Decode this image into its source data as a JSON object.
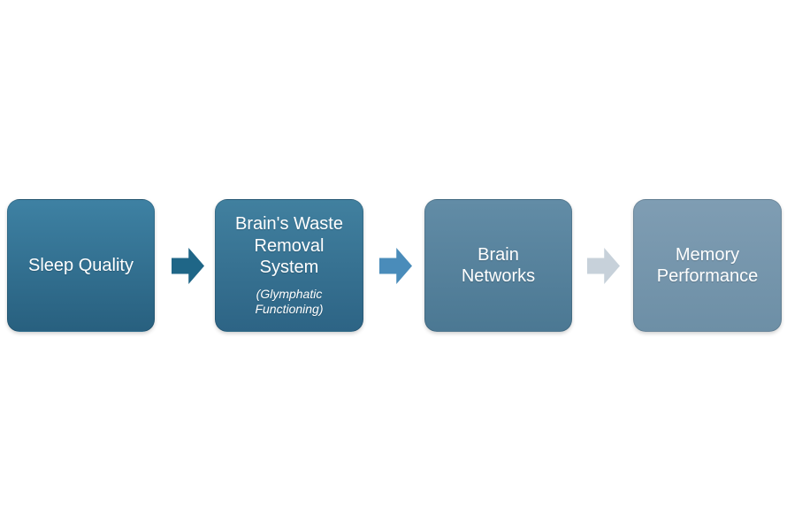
{
  "page": {
    "background_color": "#ffffff"
  },
  "diagram": {
    "type": "horizontal-process-flow",
    "boxes": [
      {
        "title": "Sleep Quality",
        "subtitle": "",
        "color_top": "#3e81a3",
        "color_bottom": "#28607f",
        "text_color": "#ffffff"
      },
      {
        "title": "Brain's Waste Removal System",
        "subtitle": "(Glymphatic Functioning)",
        "color_top": "#41809f",
        "color_bottom": "#2d6485",
        "text_color": "#ffffff"
      },
      {
        "title": "Brain Networks",
        "subtitle": "",
        "color_top": "#628ca6",
        "color_bottom": "#4b7893",
        "text_color": "#ffffff"
      },
      {
        "title": "Memory Performance",
        "subtitle": "",
        "color_top": "#7f9db3",
        "color_bottom": "#6d8fa6",
        "text_color": "#ffffff"
      }
    ],
    "arrows": [
      {
        "label": "arrow-sleep-to-waste",
        "color": "#1f6687"
      },
      {
        "label": "arrow-waste-to-networks",
        "color": "#4a8cba"
      },
      {
        "label": "arrow-networks-to-memory",
        "color": "#c7d1da"
      }
    ]
  }
}
